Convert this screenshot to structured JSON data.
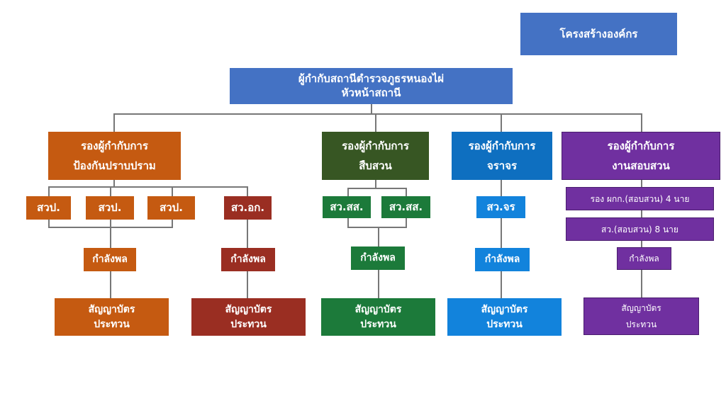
{
  "title": "โครงสร้างองค์กร",
  "chief": {
    "line1": "ผู้กำกับสถานีตำรวจภูธรหนองไผ่",
    "line2": "หัวหน้าสถานี"
  },
  "branches": {
    "prevention": {
      "line1": "รองผู้กำกับการ",
      "line2": "ป้องกันปราบปราม",
      "units": [
        "สวป.",
        "สวป.",
        "สวป."
      ],
      "traffic_unit": "สว.อก.",
      "force": "กำลังพล",
      "force2": "กำลังพล",
      "officers": {
        "line1": "สัญญาบัตร",
        "line2": "ประทวน"
      },
      "officers2": {
        "line1": "สัญญาบัตร",
        "line2": "ประทวน"
      }
    },
    "investigation": {
      "line1": "รองผู้กำกับการ",
      "line2": "สืบสวน",
      "units": [
        "สว.สส.",
        "สว.สส."
      ],
      "force": "กำลังพล",
      "officers": {
        "line1": "สัญญาบัตร",
        "line2": "ประทวน"
      }
    },
    "traffic": {
      "line1": "รองผู้กำกับการ",
      "line2": "จราจร",
      "unit": "สว.จร",
      "force": "กำลังพล",
      "officers": {
        "line1": "สัญญาบัตร",
        "line2": "ประทวน"
      }
    },
    "inquiry": {
      "line1": "รองผู้กำกับการ",
      "line2": "งานสอบสวน",
      "deputy": "รอง ผกก.(สอบสวน) 4 นาย",
      "inspectors": "สว.(สอบสวน) 8 นาย",
      "force": "กำลังพล",
      "officers": {
        "line1": "สัญญาบัตร",
        "line2": "ประทวน"
      }
    }
  }
}
